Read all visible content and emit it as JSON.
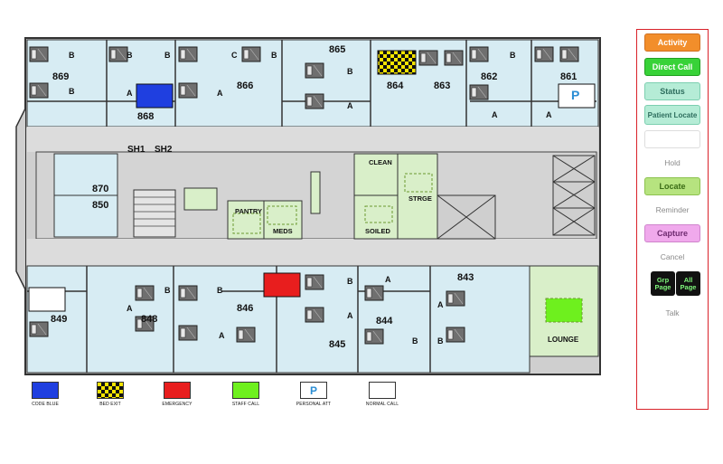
{
  "floor": {
    "rooms": {
      "r869": "869",
      "r868": "868",
      "r866": "866",
      "r865": "865",
      "r864": "864",
      "r863": "863",
      "r862": "862",
      "r861": "861",
      "r870": "870",
      "r850": "850",
      "r849": "849",
      "r848": "848",
      "r846": "846",
      "r845": "845",
      "r844": "844",
      "r843": "843"
    },
    "areas": {
      "sh1": "SH1",
      "sh2": "SH2",
      "pantry": "PANTRY",
      "meds": "MEDS",
      "clean": "CLEAN",
      "strge": "STRGE",
      "soiled": "SOILED",
      "lounge": "LOUNGE"
    },
    "bed_labels": {
      "a": "A",
      "b": "B",
      "c": "C"
    },
    "personal_icon": "P"
  },
  "legend": [
    {
      "label": "CODE BLUE",
      "color": "#1f3fe0",
      "style": "solid"
    },
    {
      "label": "BED EXIT",
      "color": "#f5e400",
      "style": "checker"
    },
    {
      "label": "EMERGENCY",
      "color": "#e81e1e",
      "style": "solid"
    },
    {
      "label": "STAFF CALL",
      "color": "#6ef01e",
      "style": "solid"
    },
    {
      "label": "PERSONAL ATT",
      "color": "#ffffff",
      "style": "p-icon",
      "icon_text": "P"
    },
    {
      "label": "NORMAL CALL",
      "color": "#ffffff",
      "style": "solid"
    }
  ],
  "panel": {
    "activity": "Activity",
    "direct_call": "Direct Call",
    "status": "Status",
    "patient_locate": "Patient Locate",
    "hold": "Hold",
    "locate": "Locate",
    "reminder": "Reminder",
    "capture": "Capture",
    "cancel": "Cancel",
    "grp_page": "Grp Page",
    "all_page": "All Page",
    "talk": "Talk"
  }
}
